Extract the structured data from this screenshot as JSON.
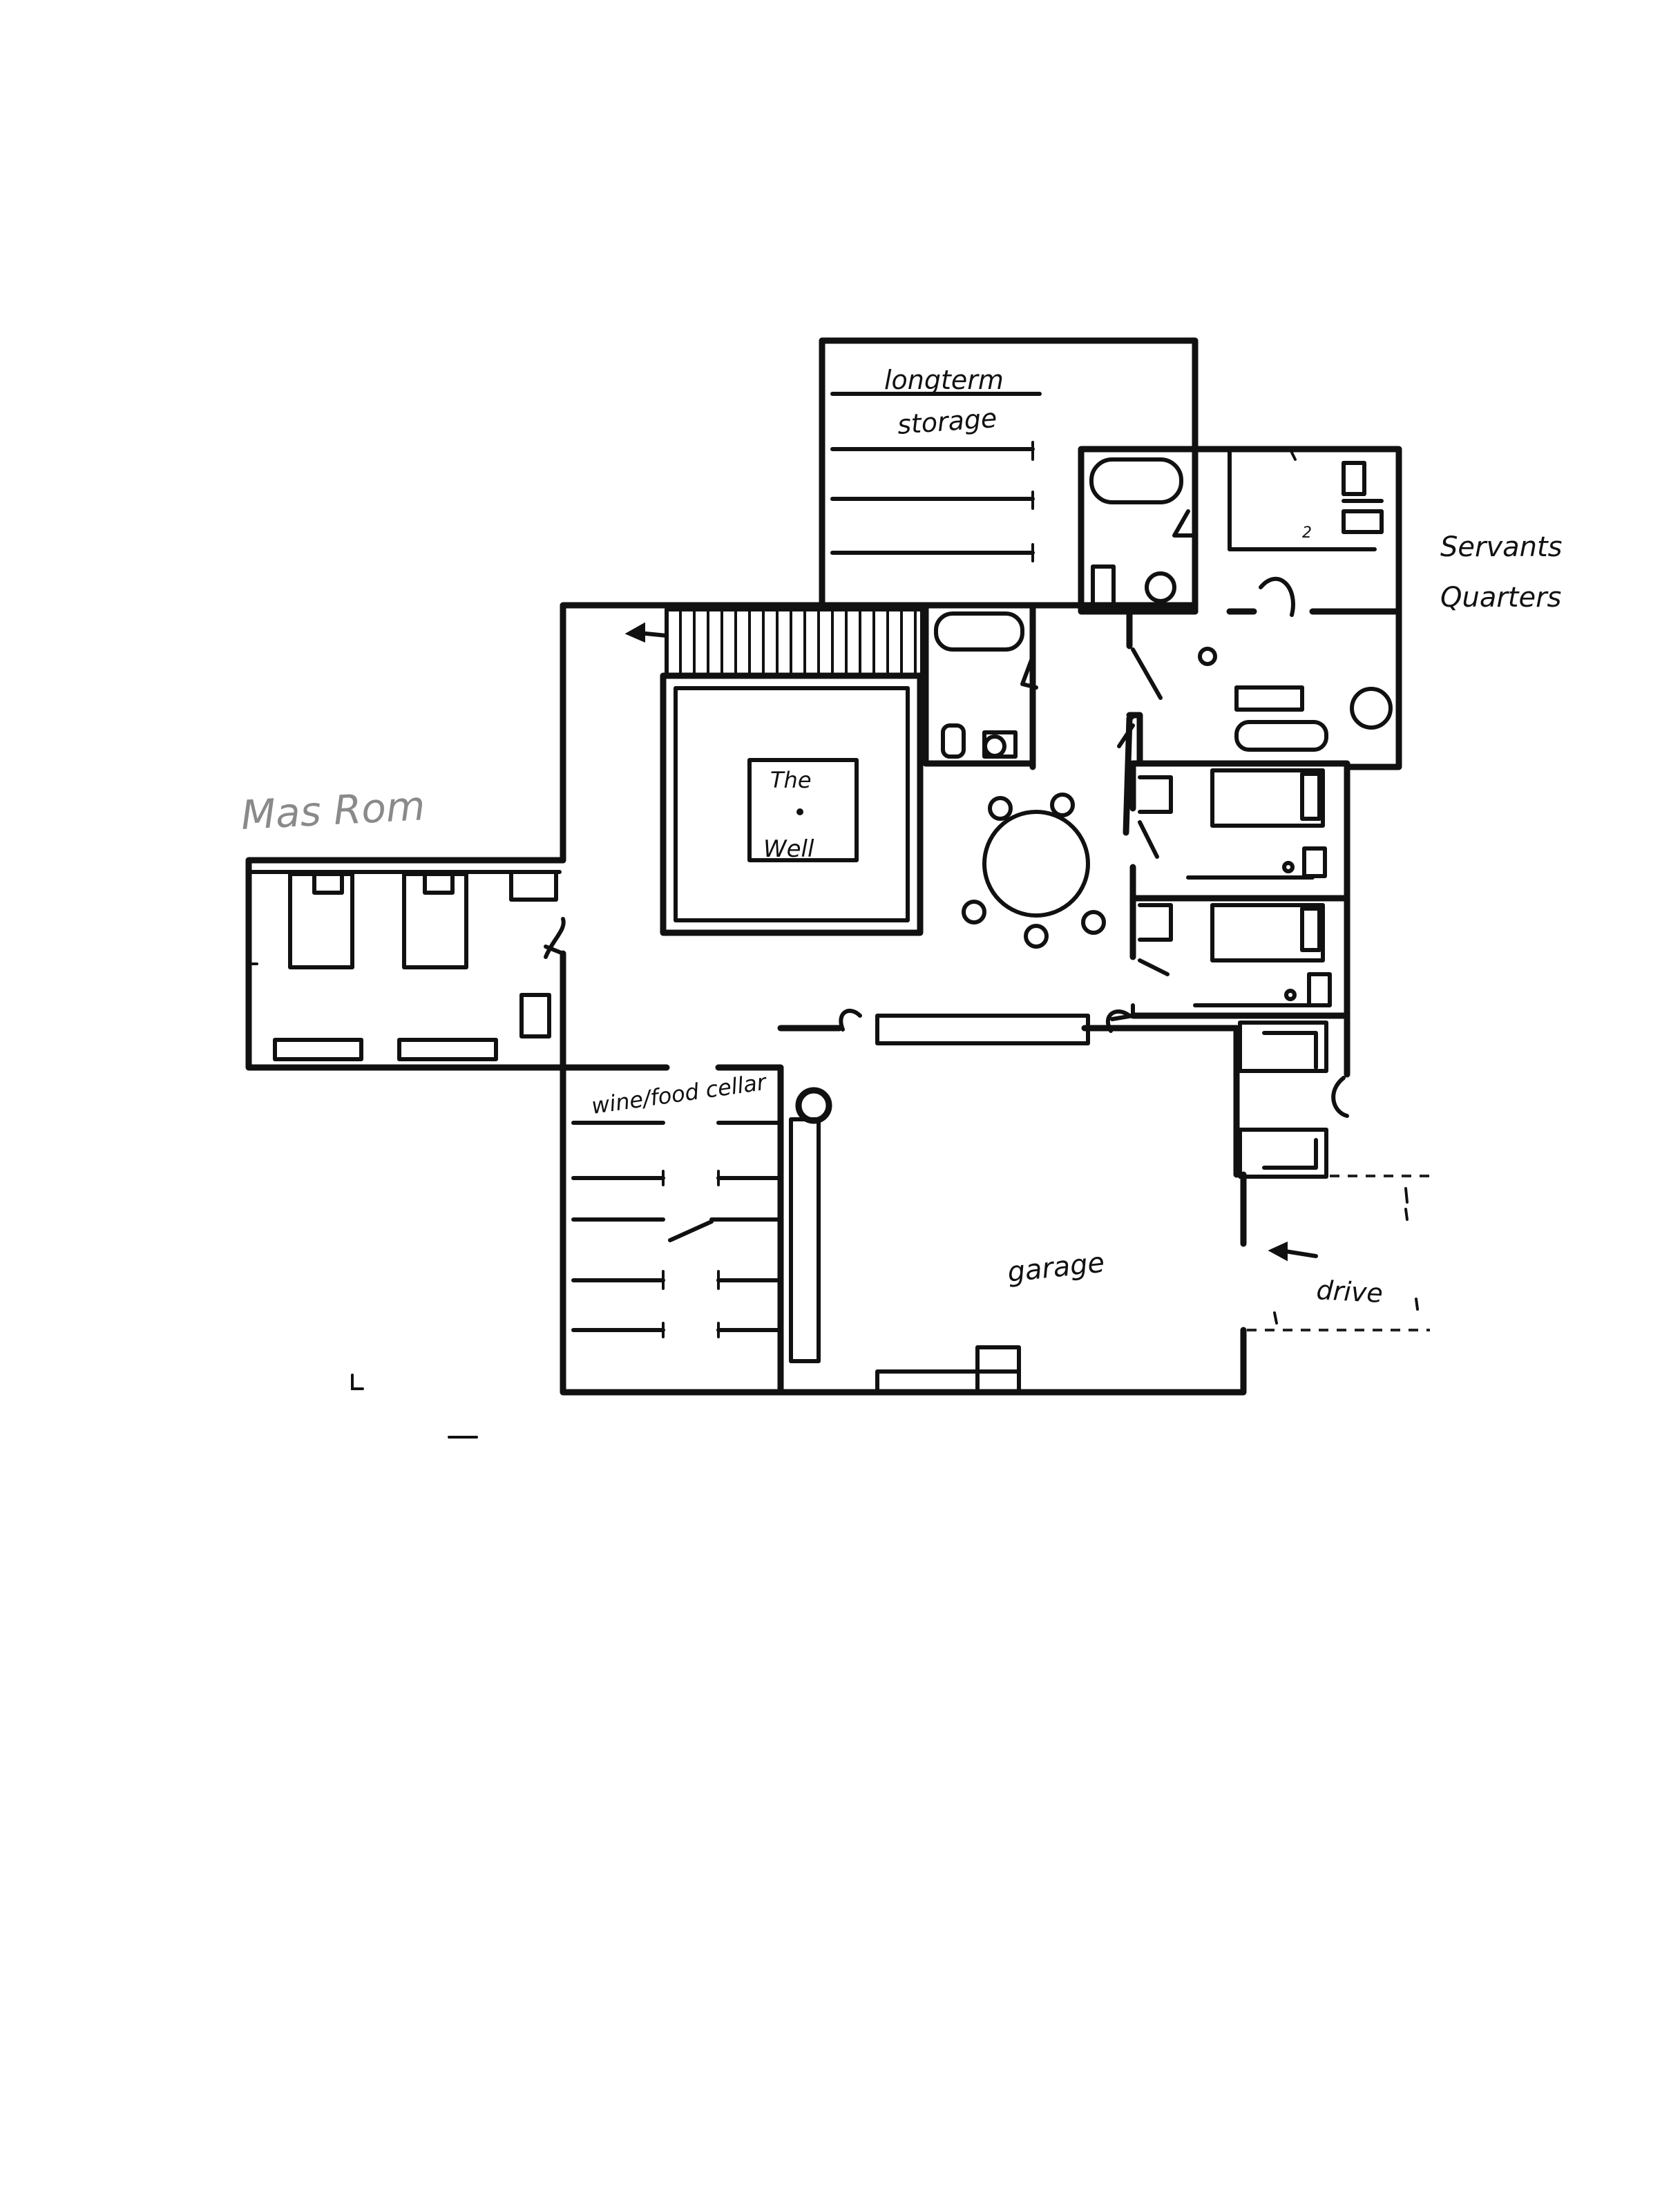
{
  "labels": {
    "storage_line1": "longterm",
    "storage_line2": "storage",
    "servants_line1": "Servants",
    "servants_line2": "Quarters",
    "well_line1": "The",
    "well_line2": "Well",
    "mens_room": "Mas Rom",
    "cellar": "wine/food cellar",
    "garage": "garage",
    "drive": "drive",
    "room_number": "2"
  },
  "colors": {
    "ink": "#111111",
    "pencil": "#8a8a8a",
    "paper": "#ffffff"
  },
  "icons": {
    "stair_arrow": "arrow-left-icon",
    "drive_arrow": "arrow-left-icon"
  }
}
